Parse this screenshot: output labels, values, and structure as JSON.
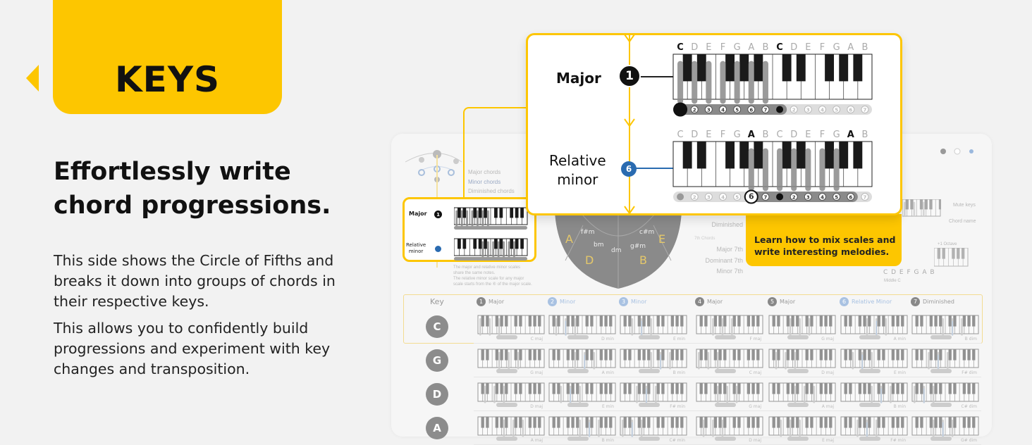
{
  "hero": {
    "badge": "KEYS",
    "heading_lines": [
      "Effortlessly write",
      "chord progressions."
    ],
    "paragraph1": "This side shows the Circle of Fifths and breaks it down into groups of chords in their respective keys.",
    "paragraph2": "This allows you to confidently build progressions and experiment with key changes and transposition."
  },
  "callout": {
    "major_label": "Major",
    "major_degree": "1",
    "minor_label_lines": [
      "Relative",
      "minor"
    ],
    "minor_degree": "6",
    "note_letters": [
      "C",
      "D",
      "E",
      "F",
      "G",
      "A",
      "B",
      "C",
      "D",
      "E",
      "F",
      "G",
      "A",
      "B"
    ],
    "degree_numbers": [
      "1",
      "2",
      "3",
      "4",
      "5",
      "6",
      "7"
    ],
    "tip": "Learn how to mix scales and write interesting melodies.",
    "colors": {
      "accent": "#fdc600",
      "minor_blue": "#2a6bb0"
    }
  },
  "legend": {
    "major": "Major chords",
    "minor": "Minor chords",
    "diminished": "Diminished chords"
  },
  "small_box": {
    "major": "Major",
    "minor_lines": [
      "Relative",
      "minor"
    ],
    "caption": [
      "The major and relative minor scales",
      "share the same notes.",
      "The relative minor scale for any major",
      "scale starts from the ⑥ of the major scale."
    ]
  },
  "circle": {
    "outer": [
      "A",
      "D",
      "B",
      "E"
    ],
    "inner": [
      "f#m",
      "bm",
      "dm",
      "c#m",
      "g#m"
    ]
  },
  "side_labels": {
    "diminished": "Diminished",
    "seventh_title": "7th Chords",
    "major7": "Major 7th",
    "dominant7": "Dominant 7th",
    "minor7": "Minor 7th",
    "mute_keys": "Mute keys",
    "chord_name": "Chord name",
    "octave": "+1 Octave",
    "middle_c": "Middle C",
    "scale": "C D E F G A B"
  },
  "table": {
    "key_header": "Key",
    "columns": [
      {
        "n": "1",
        "label": "Major",
        "blue": false
      },
      {
        "n": "2",
        "label": "Minor",
        "blue": true
      },
      {
        "n": "3",
        "label": "Minor",
        "blue": true
      },
      {
        "n": "4",
        "label": "Major",
        "blue": false
      },
      {
        "n": "5",
        "label": "Major",
        "blue": false
      },
      {
        "n": "6",
        "label": "Relative Minor",
        "blue": true
      },
      {
        "n": "7",
        "label": "Diminished",
        "blue": false
      }
    ],
    "rows": [
      {
        "key": "C",
        "chords": [
          "C maj",
          "D min",
          "E min",
          "F maj",
          "G maj",
          "A min",
          "B dim"
        ]
      },
      {
        "key": "G",
        "chords": [
          "G maj",
          "A min",
          "B min",
          "C maj",
          "D maj",
          "E min",
          "F# dim"
        ]
      },
      {
        "key": "D",
        "chords": [
          "D maj",
          "E min",
          "F# min",
          "G maj",
          "A maj",
          "B min",
          "C# dim"
        ]
      },
      {
        "key": "A",
        "chords": [
          "A maj",
          "B min",
          "C# min",
          "D maj",
          "E maj",
          "F# min",
          "G# dim"
        ]
      }
    ]
  }
}
